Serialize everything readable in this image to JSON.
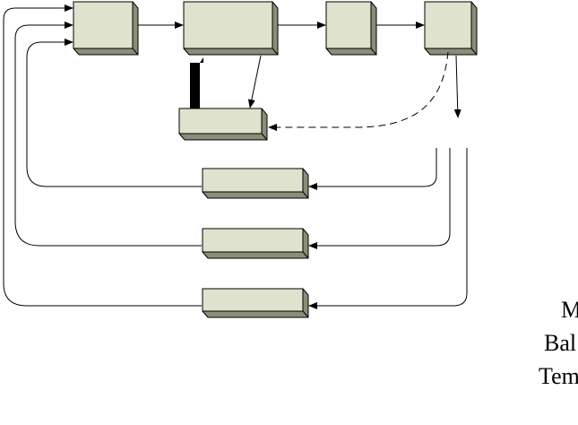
{
  "colors": {
    "box_front": "#dfe2cc",
    "box_top": "#eceedd",
    "box_side": "#8c8c78",
    "box_bottom": "#6f6f60",
    "stroke": "#000000",
    "background": "#ffffff"
  },
  "cut_labels": [
    "M",
    "Bal",
    "Tem"
  ]
}
